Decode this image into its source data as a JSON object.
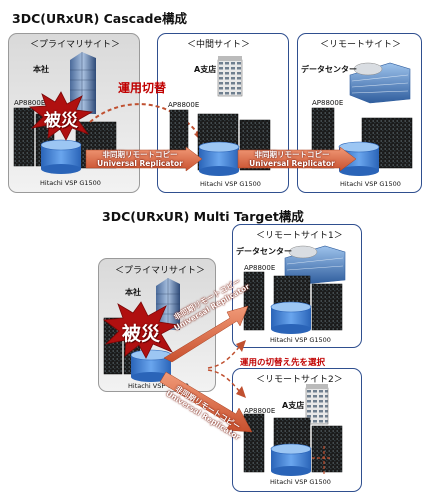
{
  "titles": {
    "cascade": "3DC(URxUR) Cascade構成",
    "multi": "3DC(URxUR) Multi Target構成"
  },
  "cascade": {
    "primary_label": "＜プライマリサイト＞",
    "middle_label": "＜中間サイト＞",
    "remote_label": "＜リモートサイト＞",
    "honsha": "本社",
    "a_shiten": "A支店",
    "data_center": "データセンター",
    "ap": "AP8800E",
    "vsp": "Hitachi VSP G1500",
    "disaster": "被災",
    "failover": "運用切替",
    "copy_line1": "非同期リモートコピー",
    "copy_line2": "Universal Replicator"
  },
  "multi": {
    "primary_label": "＜プライマリサイト＞",
    "remote1_label": "＜リモートサイト1＞",
    "remote2_label": "＜リモートサイト2＞",
    "honsha": "本社",
    "data_center": "データセンター",
    "a_shiten": "A支店",
    "ap": "AP8800E",
    "vsp": "Hitachi VSP G1500",
    "disaster": "被災",
    "select": "運用の切替え先を選択",
    "copy_line1": "非同期リモートコピー",
    "copy_line2": "Universal Replicator"
  },
  "colors": {
    "arrow": "#e0704c",
    "blast": "#b01010",
    "cylinder": "#3d7fd1",
    "site_border": "#2f4f8f",
    "alert_text": "#c00000"
  }
}
